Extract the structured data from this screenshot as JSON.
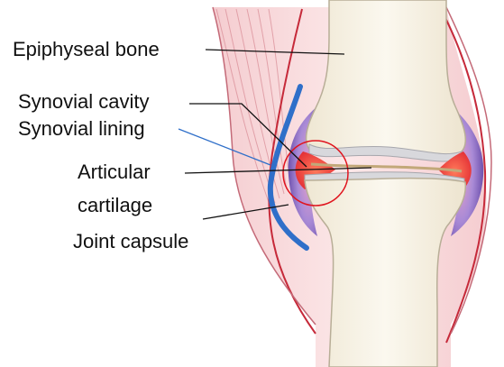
{
  "labels": {
    "epiphyseal_bone": "Epiphyseal bone",
    "synovial_cavity": "Synovial cavity",
    "synovial_lining": "Synovial lining",
    "articular": "Articular",
    "cartilage": "cartilage",
    "joint_capsule": "Joint capsule"
  },
  "colors": {
    "bone_fill": "#f6f1e3",
    "bone_outline": "#b8ae97",
    "cartilage": "#d8d8dc",
    "capsule_fill": "#f8d6d8",
    "capsule_line": "#c62a3a",
    "synovial_purple": "#8c6fbf",
    "synovial_lining_blue": "#2f6fc9",
    "inflamed_red": "#e8443e",
    "highlight_circle": "#e0141e",
    "leader_line": "#111111",
    "lining_leader": "#2f6fc9"
  }
}
